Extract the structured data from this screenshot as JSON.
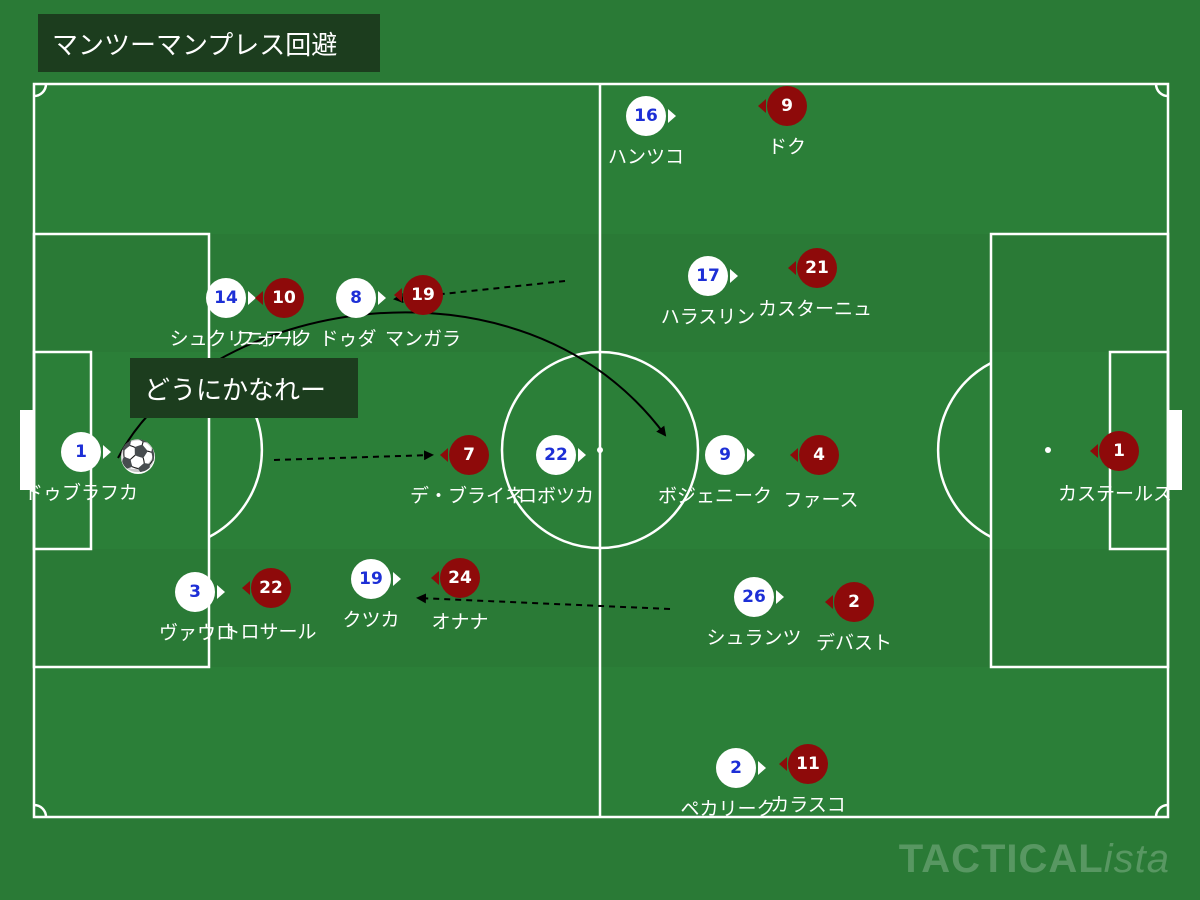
{
  "title": "マンツーマンプレス回避",
  "note": "どうにかなれー",
  "watermark": {
    "bold": "TACTICAL",
    "italic": "ista"
  },
  "colors": {
    "pitch": "#2a7a36",
    "home": "#ffffff",
    "home_number": "#1d2fd6",
    "away": "#8e0a0a",
    "label_box": "#1c3d1e"
  },
  "home_players": [
    {
      "number": "1",
      "name": "ドゥブラフカ"
    },
    {
      "number": "14",
      "name": "シュクリニアル"
    },
    {
      "number": "8",
      "name": "ドゥダ"
    },
    {
      "number": "3",
      "name": "ヴァウロ"
    },
    {
      "number": "19",
      "name": "クツカ"
    },
    {
      "number": "22",
      "name": "ロボツカ"
    },
    {
      "number": "16",
      "name": "ハンツコ"
    },
    {
      "number": "17",
      "name": "ハラスリン"
    },
    {
      "number": "9",
      "name": "ボジェニーク"
    },
    {
      "number": "26",
      "name": "シュランツ"
    },
    {
      "number": "2",
      "name": "ペカリーク"
    }
  ],
  "away_players": [
    {
      "number": "10",
      "name": "フォーク"
    },
    {
      "number": "19",
      "name": "マンガラ"
    },
    {
      "number": "7",
      "name": "デ・ブライネ"
    },
    {
      "number": "22",
      "name": "トロサール"
    },
    {
      "number": "24",
      "name": "オナナ"
    },
    {
      "number": "9",
      "name": "ドク"
    },
    {
      "number": "21",
      "name": "カスターニュ"
    },
    {
      "number": "4",
      "name": "ファース"
    },
    {
      "number": "2",
      "name": "デバスト"
    },
    {
      "number": "11",
      "name": "カラスコ"
    },
    {
      "number": "1",
      "name": "カステールス"
    }
  ],
  "ball_icon": "soccer-ball-icon"
}
